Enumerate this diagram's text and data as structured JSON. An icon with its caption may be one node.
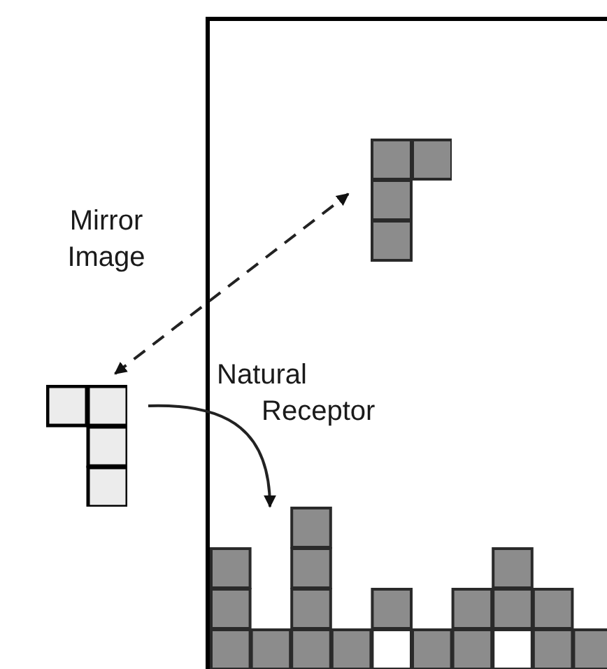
{
  "diagram": {
    "nodes": [
      {
        "text": [],
        "shape": "box"
      },
      {
        "text": [],
        "shape": "blocks",
        "in": 0
      },
      {
        "text": [],
        "shape": "blocks"
      },
      {
        "text": [],
        "shape": "blocks",
        "in": 0
      }
    ],
    "edges": [
      {
        "from": 2,
        "to": 1,
        "arrow": "both",
        "style": "dashed",
        "label": "Mirror Image"
      },
      {
        "from": 2,
        "to": 3,
        "arrow": "to",
        "label": "Natural Receptor"
      }
    ]
  }
}
